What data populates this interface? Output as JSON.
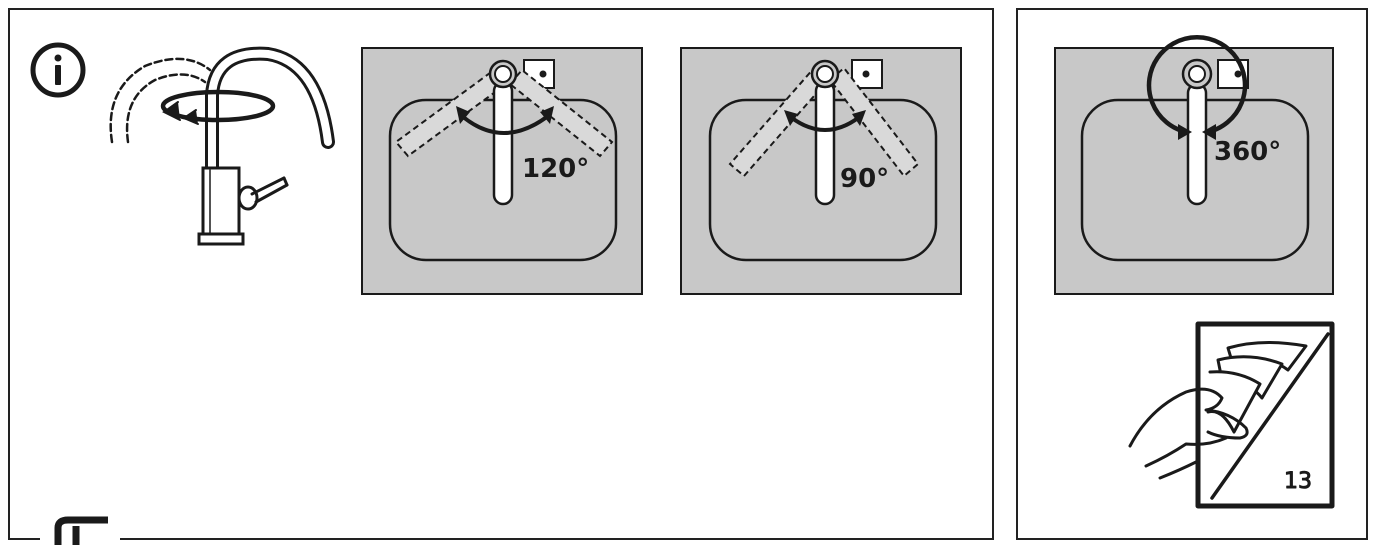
{
  "angles": {
    "left_sink": "120°",
    "middle_sink": "90°",
    "right_sink": "360°"
  },
  "page_number": "13",
  "icons": {
    "info": "info-icon",
    "faucet": "faucet-rotation-icon",
    "page_turn": "page-turn-hand-icon",
    "logo": "brand-logo-icon"
  },
  "colors": {
    "sink_counter": "#c8c8c8",
    "line": "#1a1a1a",
    "background": "#ffffff"
  }
}
